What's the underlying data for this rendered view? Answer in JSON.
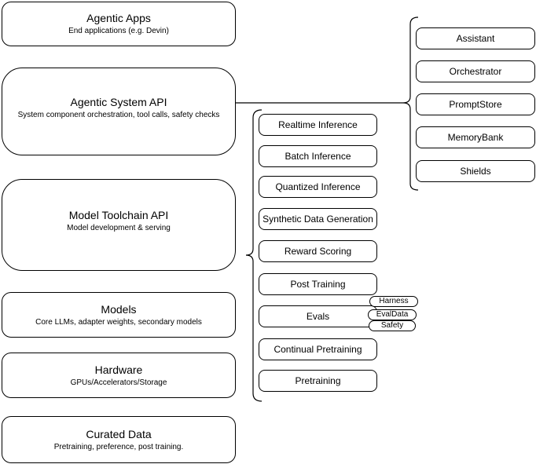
{
  "diagram": {
    "left_column": [
      {
        "title": "Agentic Apps",
        "subtitle": "End applications (e.g. Devin)"
      },
      {
        "title": "Agentic System API",
        "subtitle": "System component orchestration, tool calls, safety checks"
      },
      {
        "title": "Model Toolchain API",
        "subtitle": "Model development & serving"
      },
      {
        "title": "Models",
        "subtitle": "Core LLMs, adapter weights, secondary models"
      },
      {
        "title": "Hardware",
        "subtitle": "GPUs/Accelerators/Storage"
      },
      {
        "title": "Curated Data",
        "subtitle": "Pretraining, preference, post training."
      }
    ],
    "toolchain_items": [
      "Realtime Inference",
      "Batch Inference",
      "Quantized Inference",
      "Synthetic Data Generation",
      "Reward Scoring",
      "Post Training",
      "Evals",
      "Continual Pretraining",
      "Pretraining"
    ],
    "eval_pills": [
      "Harness",
      "EvalData",
      "Safety"
    ],
    "system_components": [
      "Assistant",
      "Orchestrator",
      "PromptStore",
      "MemoryBank",
      "Shields"
    ],
    "colors": {
      "stroke": "#000000",
      "fill": "#ffffff",
      "background": "#ffffff"
    }
  }
}
